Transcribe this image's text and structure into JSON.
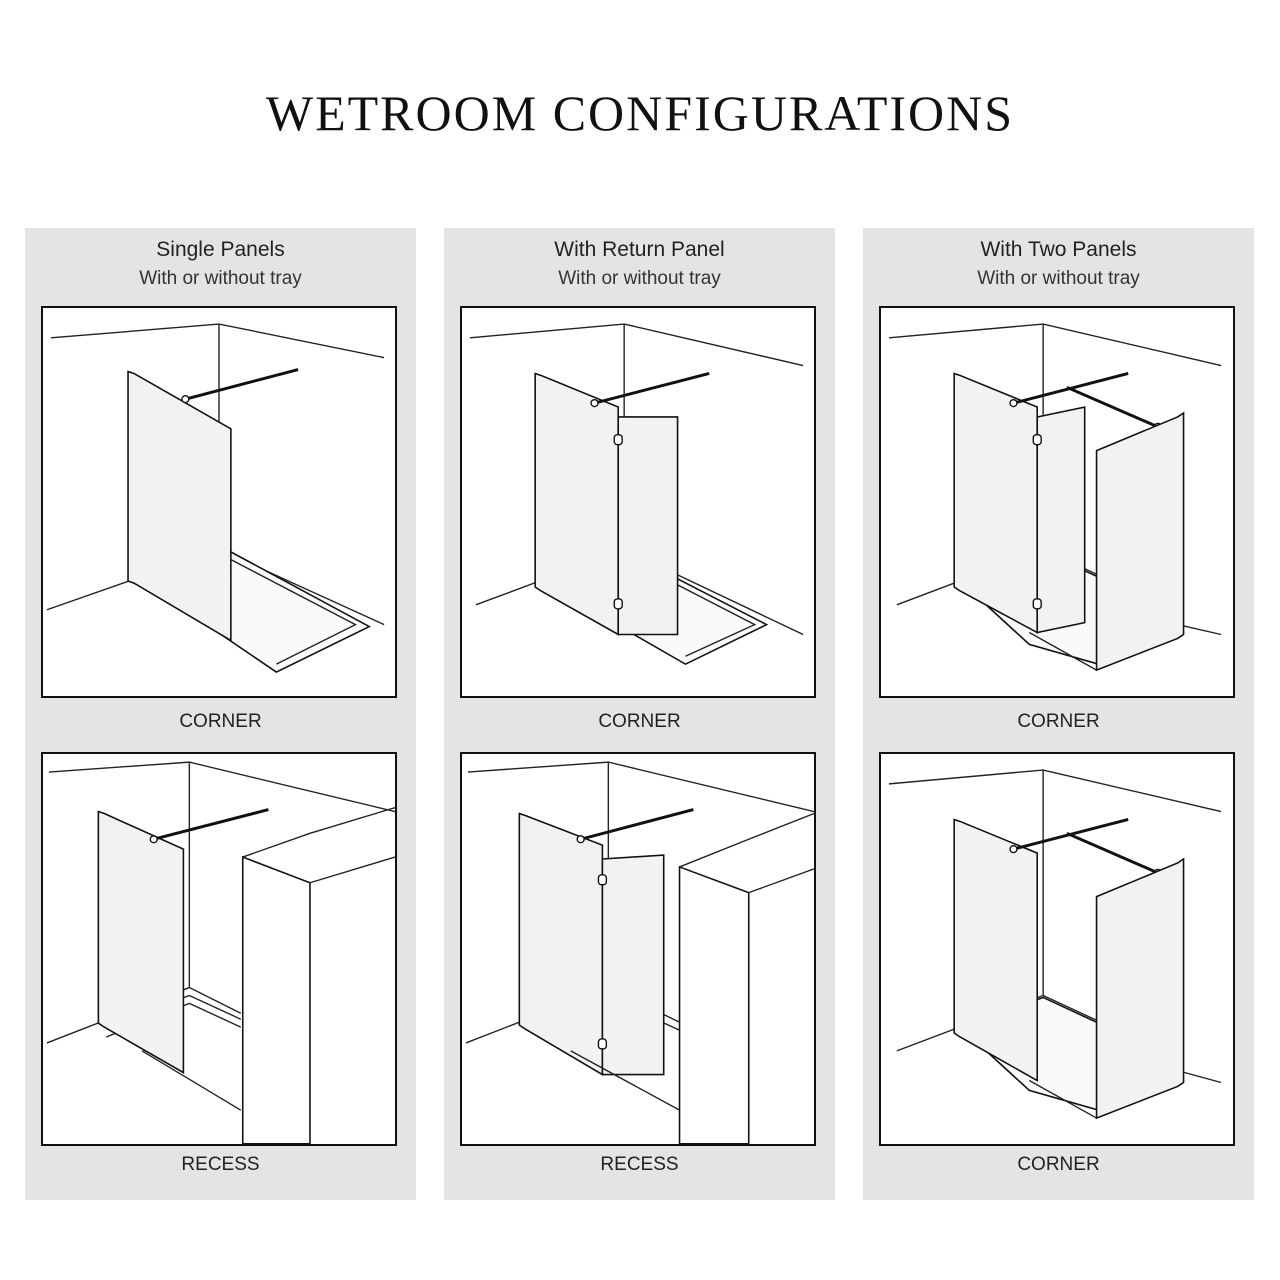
{
  "title": "WETROOM CONFIGURATIONS",
  "columns": [
    {
      "title": "Single Panels",
      "subtitle": "With or without tray",
      "diagrams": [
        {
          "caption": "CORNER"
        },
        {
          "caption": "RECESS"
        }
      ]
    },
    {
      "title": "With Return Panel",
      "subtitle": "With or without tray",
      "diagrams": [
        {
          "caption": "CORNER"
        },
        {
          "caption": "RECESS"
        }
      ]
    },
    {
      "title": "With Two Panels",
      "subtitle": "With or without tray",
      "diagrams": [
        {
          "caption": "CORNER"
        },
        {
          "caption": "CORNER"
        }
      ]
    }
  ]
}
